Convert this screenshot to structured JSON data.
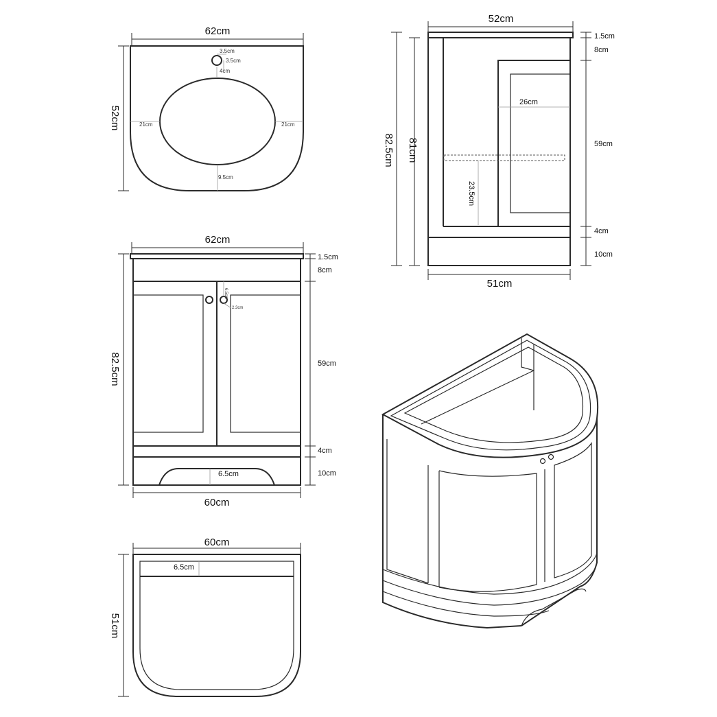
{
  "top_view": {
    "width": "62cm",
    "depth": "52cm",
    "tap_offset_x": "3.5cm",
    "tap_offset_y": "3.5cm",
    "tap_to_basin": "4cm",
    "basin_left": "21cm",
    "basin_right": "21cm",
    "basin_front": "9.5cm"
  },
  "side_view": {
    "depth": "52cm",
    "base_depth": "51cm",
    "total_height": "82.5cm",
    "body_height": "81cm",
    "top_thickness": "1.5cm",
    "rail": "8cm",
    "panel_height": "59cm",
    "bottom_rail": "4cm",
    "plinth": "10cm",
    "panel_width": "26cm",
    "shelf_height": "23.5cm"
  },
  "front_view": {
    "top_width": "62cm",
    "base_width": "60cm",
    "total_height": "82.5cm",
    "top_thickness": "1.5cm",
    "rail": "8cm",
    "panel_height": "59cm",
    "bottom_rail": "4cm",
    "plinth": "10cm",
    "cutout_height": "6.5cm",
    "knob_drop": "6.5cm",
    "knob_offset": "2.3cm"
  },
  "plan_view": {
    "width": "60cm",
    "depth": "51cm",
    "back_rail": "6.5cm"
  }
}
